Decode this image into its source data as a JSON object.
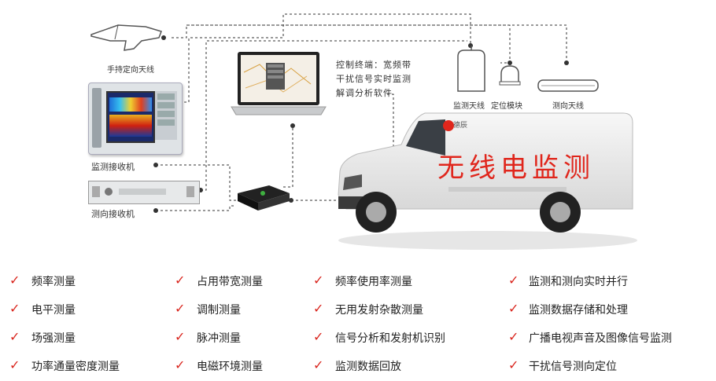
{
  "diagram": {
    "handheld_antenna_label": "手持定向天线",
    "monitor_receiver_label": "监测接收机",
    "df_receiver_label": "测向接收机",
    "control_terminal_lines": [
      "控制终端：宽频带",
      "干扰信号实时监测",
      "解调分析软件"
    ],
    "monitor_antenna_label": "监测天线",
    "positioning_module_label": "定位模块",
    "df_antenna_label": "测向天线",
    "van_text": "无线电监测",
    "van_logo_text": "德辰"
  },
  "features": {
    "col1": [
      "频率测量",
      "电平测量",
      "场强测量",
      "功率通量密度测量"
    ],
    "col2": [
      "占用带宽测量",
      "调制测量",
      "脉冲测量",
      "电磁环境测量"
    ],
    "col3": [
      "频率使用率测量",
      "无用发射杂散测量",
      "信号分析和发射机识别",
      "监测数据回放"
    ],
    "col4": [
      "监测和测向实时并行",
      "监测数据存储和处理",
      "广播电视声音及图像信号监测",
      "干扰信号测向定位"
    ],
    "check_mark": "✓"
  },
  "colors": {
    "accent_red": "#d9251d",
    "van_text_red": "#e0261c",
    "connector": "#333333"
  }
}
